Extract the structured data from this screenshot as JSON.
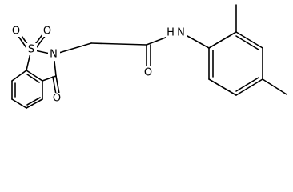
{
  "molecule": {
    "atoms": {
      "o_sulfonyl_left": "O",
      "o_sulfonyl_right": "O",
      "sulfur": "S",
      "nitrogen_ring": "N",
      "o_ring_carbonyl": "O",
      "o_amide": "O",
      "nitrogen_amide": "N",
      "hydrogen_amide": "H"
    },
    "colors": {
      "bond": "#000000",
      "label": "#000000",
      "background": "#ffffff"
    }
  }
}
